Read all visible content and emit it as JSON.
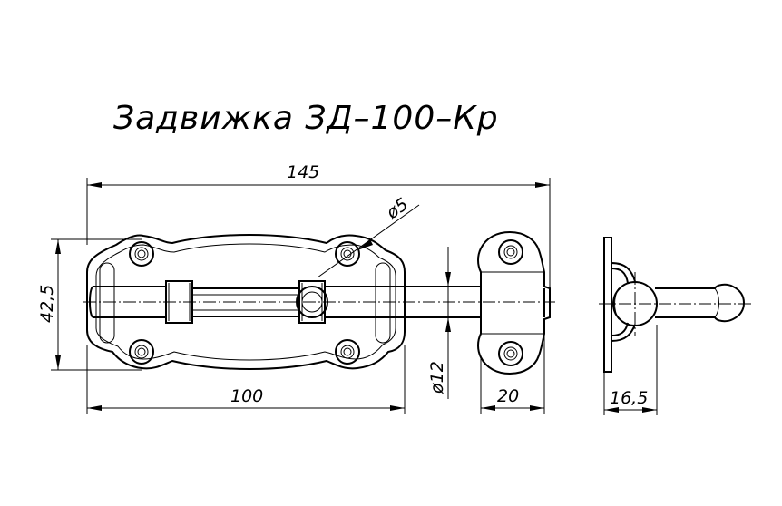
{
  "title": "Задвижка ЗД–100–Кр",
  "dimensions": {
    "overall_length": "145",
    "height": "42,5",
    "hole_diameter": "ø5",
    "plate_length": "100",
    "bolt_diameter": "ø12",
    "keeper_width": "20",
    "side_depth": "16,5"
  }
}
